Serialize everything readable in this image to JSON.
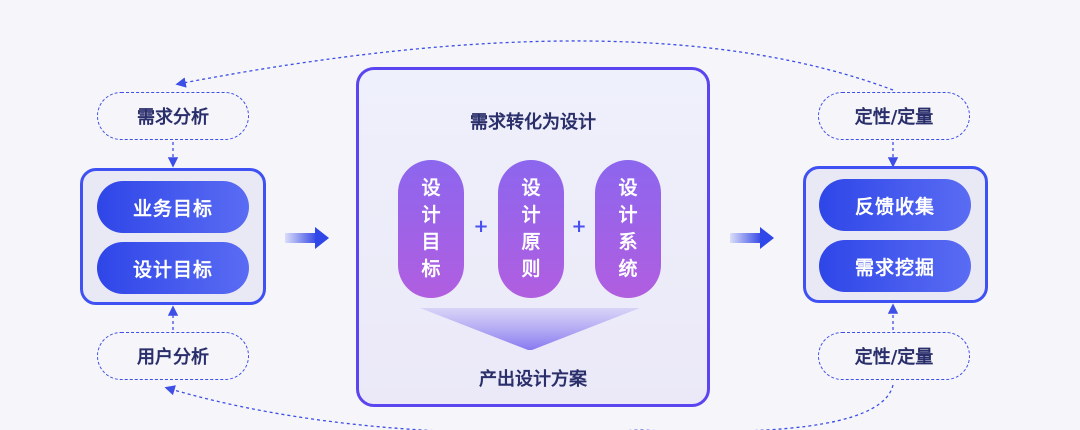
{
  "left": {
    "top_label": "需求分析",
    "items": [
      "业务目标",
      "设计目标"
    ],
    "bottom_label": "用户分析"
  },
  "center": {
    "title": "需求转化为设计",
    "capsules": [
      "设计目标",
      "设计原则",
      "设计系统"
    ],
    "plus": "+",
    "output": "产出设计方案"
  },
  "right": {
    "top_label": "定性/定量",
    "items": [
      "反馈收集",
      "需求挖掘"
    ],
    "bottom_label": "定性/定量"
  },
  "colors": {
    "accent": "#3d4fe6",
    "accent_purple": "#5b45f0",
    "capsule_top": "#8c66ee",
    "capsule_bottom": "#b15ee0",
    "background": "#f5f5fa"
  }
}
